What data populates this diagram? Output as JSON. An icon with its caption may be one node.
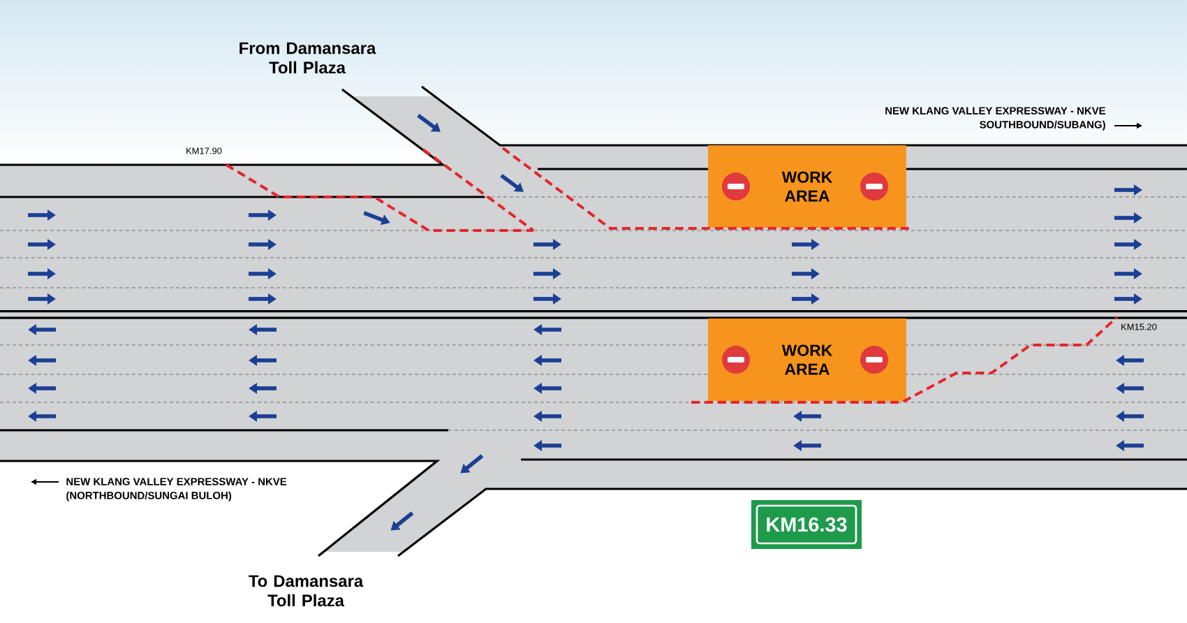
{
  "diagram": {
    "nodes": [
      {
        "text": [
          "WORK AREA"
        ]
      },
      {
        "text": [
          "WORK AREA"
        ]
      },
      {
        "text": [
          "KM16.33"
        ]
      }
    ],
    "labels": [
      "From Damansara Toll Plaza",
      "NEW KLANG VALLEY EXPRESSWAY - NKVE SOUTHBOUND/SUBANG)",
      "KM17.90",
      "KM15.20",
      "NEW KLANG VALLEY EXPRESSWAY - NKVE (NORTHBOUND/SUNGAI BULOH)",
      "To Damansara Toll Plaza"
    ]
  }
}
